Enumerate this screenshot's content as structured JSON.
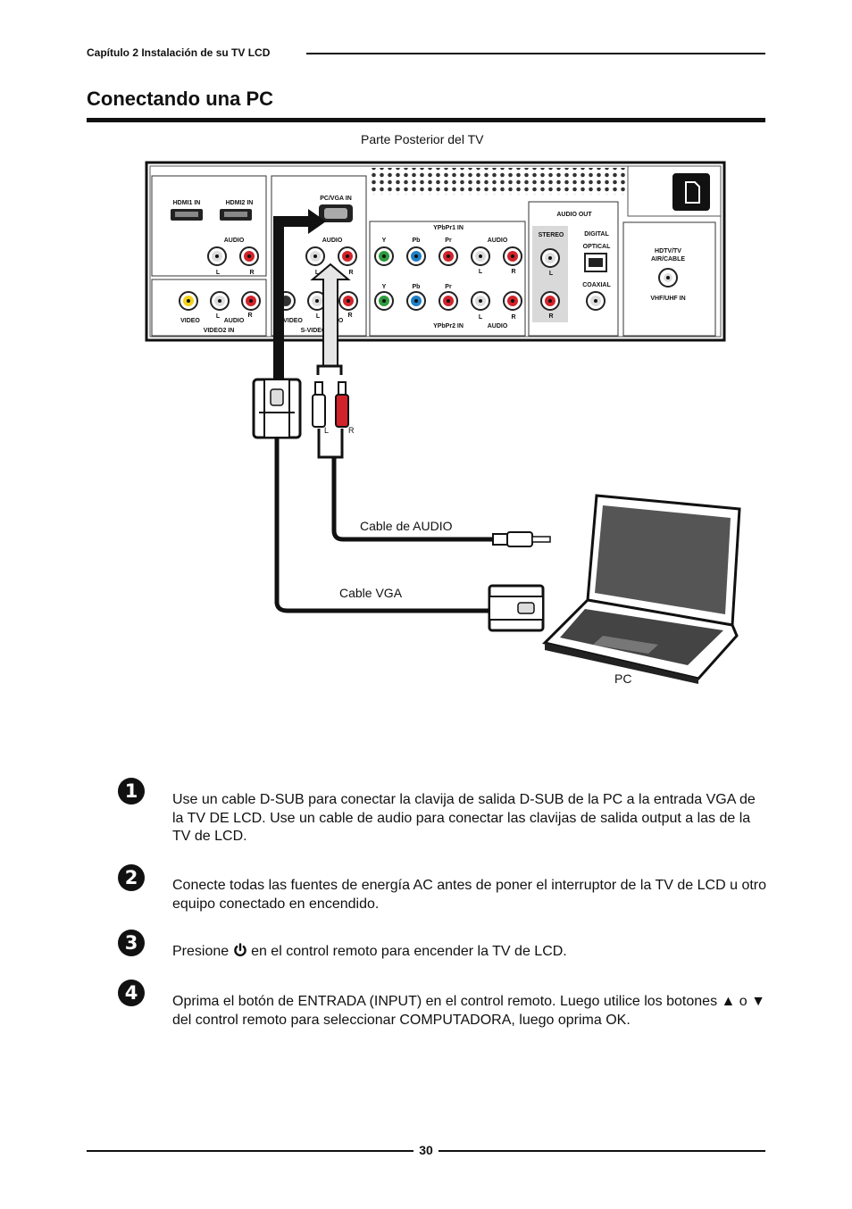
{
  "header": {
    "chapter": "Capítulo 2 Instalación de su TV LCD"
  },
  "section_title": "Conectando una PC",
  "diagram": {
    "tv_back_label": "Parte Posterior del TV",
    "panel_labels": {
      "hdmi1": "HDMI1 IN",
      "hdmi2": "HDMI2 IN",
      "pc_vga": "PC/VGA IN",
      "audio": "AUDIO",
      "l": "L",
      "r": "R",
      "ypbpr1": "YPbPr1 IN",
      "ypbpr2": "YPbPr2 IN",
      "y": "Y",
      "pb": "Pb",
      "pr": "Pr",
      "audio_out": "AUDIO OUT",
      "stereo": "STEREO",
      "digital": "DIGITAL",
      "optical": "OPTICAL",
      "coaxial": "COAXIAL",
      "hdtv": "HDTV/TV",
      "air_cable": "AIR/CABLE",
      "vhf_uhf": "VHF/UHF IN",
      "video": "VIDEO",
      "video2_in": "VIDEO2 IN",
      "s_video": "S-VIDEO"
    },
    "audio_cable_label": "Cable de AUDIO",
    "vga_cable_label": "Cable VGA",
    "pc_label": "PC",
    "plug_l": "L",
    "plug_r": "R"
  },
  "steps": [
    {
      "number": "1",
      "text": "Use un cable D-SUB para conectar la clavija de salida D-SUB de la PC a la entrada VGA de la TV DE LCD. Use un cable de audio para conectar las clavijas de salida output a las de la TV de LCD."
    },
    {
      "number": "2",
      "text": "Conecte todas las fuentes de energía AC antes de poner el interruptor de la TV de LCD u otro equipo conectado en encendido."
    },
    {
      "number": "3",
      "text_before": "Presione",
      "icon": "power-icon",
      "text_after": "en el control remoto para encender la TV de LCD."
    },
    {
      "number": "4",
      "text": "Oprima el botón de ENTRADA (INPUT) en el control remoto. Luego utilice los botones ▲ o ▼ del control remoto para seleccionar COMPUTADORA, luego oprima OK."
    }
  ],
  "footer": {
    "page_number": "30"
  },
  "colors": {
    "jack_red": "#d2232a",
    "jack_green": "#2e9a3c",
    "jack_blue": "#1f7fc4",
    "jack_yellow": "#f2d21b",
    "text": "#111111"
  }
}
